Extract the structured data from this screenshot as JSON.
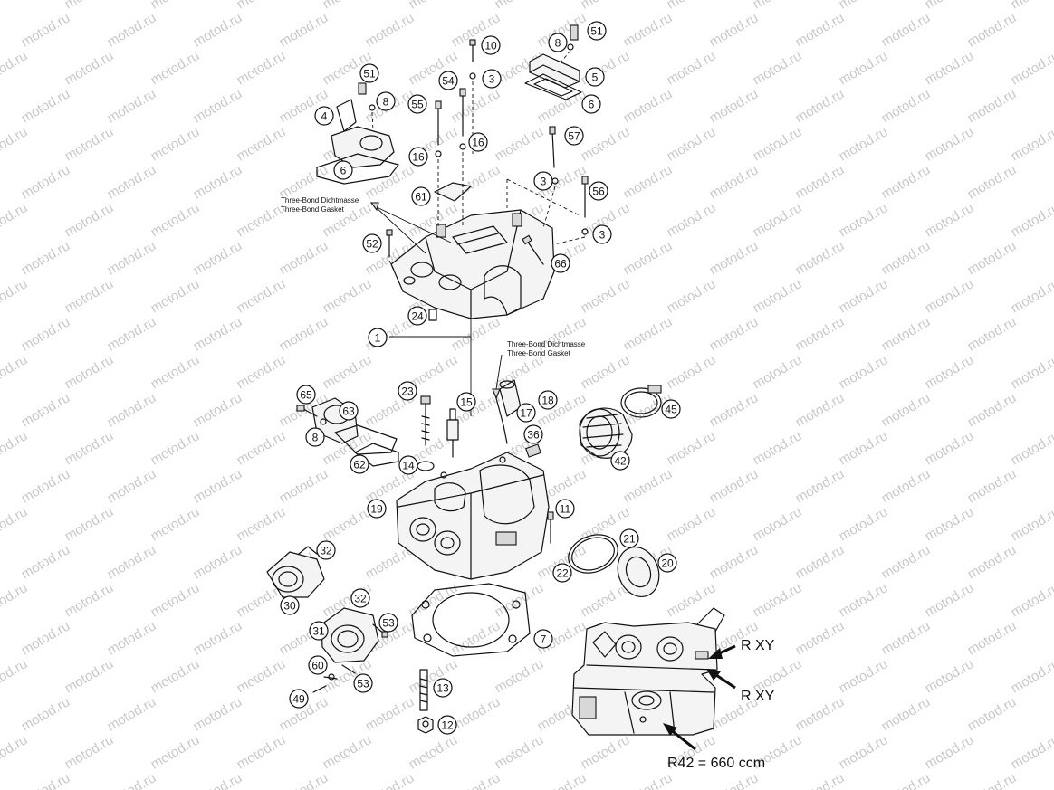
{
  "watermark": "motod.ru",
  "notes": {
    "top": {
      "line1": "Three-Bond Dichtmasse",
      "line2": "Three-Bond Gasket"
    },
    "middle": {
      "line1": "Three-Bond Dichtmasse",
      "line2": "Three-Bond Gasket"
    }
  },
  "inset": {
    "label_upper": "R  XY",
    "label_lower": "R  XY",
    "label_bottom": "R42 = 660 ccm"
  },
  "callouts": [
    {
      "id": "c10a",
      "label": "10"
    },
    {
      "id": "c8a",
      "label": "8"
    },
    {
      "id": "c51a",
      "label": "51"
    },
    {
      "id": "c54",
      "label": "54"
    },
    {
      "id": "c3a",
      "label": "3"
    },
    {
      "id": "c5",
      "label": "5"
    },
    {
      "id": "c6a",
      "label": "6"
    },
    {
      "id": "c51b",
      "label": "51"
    },
    {
      "id": "c8b",
      "label": "8"
    },
    {
      "id": "c55",
      "label": "55"
    },
    {
      "id": "c4",
      "label": "4"
    },
    {
      "id": "c6b",
      "label": "6"
    },
    {
      "id": "c16a",
      "label": "16"
    },
    {
      "id": "c16b",
      "label": "16"
    },
    {
      "id": "c57",
      "label": "57"
    },
    {
      "id": "c3b",
      "label": "3"
    },
    {
      "id": "c56",
      "label": "56"
    },
    {
      "id": "c61",
      "label": "61"
    },
    {
      "id": "c3c",
      "label": "3"
    },
    {
      "id": "c52",
      "label": "52"
    },
    {
      "id": "c66",
      "label": "66"
    },
    {
      "id": "c24",
      "label": "24"
    },
    {
      "id": "c1",
      "label": "1"
    },
    {
      "id": "c65",
      "label": "65"
    },
    {
      "id": "c23",
      "label": "23"
    },
    {
      "id": "c15",
      "label": "15"
    },
    {
      "id": "c18",
      "label": "18"
    },
    {
      "id": "c45",
      "label": "45"
    },
    {
      "id": "c63",
      "label": "63"
    },
    {
      "id": "c17",
      "label": "17"
    },
    {
      "id": "c8c",
      "label": "8"
    },
    {
      "id": "c36",
      "label": "36"
    },
    {
      "id": "c62",
      "label": "62"
    },
    {
      "id": "c14",
      "label": "14"
    },
    {
      "id": "c42",
      "label": "42"
    },
    {
      "id": "c19",
      "label": "19"
    },
    {
      "id": "c11",
      "label": "11"
    },
    {
      "id": "c21",
      "label": "21"
    },
    {
      "id": "c32a",
      "label": "32"
    },
    {
      "id": "c20",
      "label": "20"
    },
    {
      "id": "c22",
      "label": "22"
    },
    {
      "id": "c30",
      "label": "30"
    },
    {
      "id": "c32b",
      "label": "32"
    },
    {
      "id": "c53a",
      "label": "53"
    },
    {
      "id": "c31",
      "label": "31"
    },
    {
      "id": "c7",
      "label": "7"
    },
    {
      "id": "c60",
      "label": "60"
    },
    {
      "id": "c53b",
      "label": "53"
    },
    {
      "id": "c13",
      "label": "13"
    },
    {
      "id": "c49",
      "label": "49"
    },
    {
      "id": "c12",
      "label": "12"
    }
  ]
}
